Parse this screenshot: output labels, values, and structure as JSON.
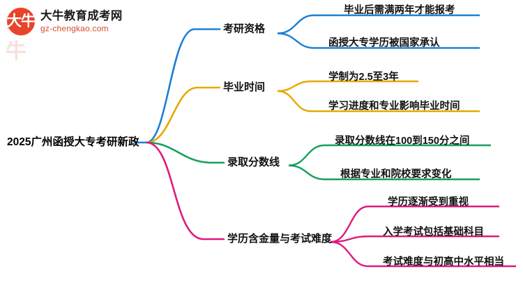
{
  "logo": {
    "mark_glyph": "大牛",
    "title": "大牛教育成考网",
    "site": "gz-chengkao.com",
    "mark_color": "#e8442c"
  },
  "mindmap": {
    "root": {
      "label": "2025广州函授大专考研新政"
    },
    "branches": [
      {
        "label": "考研资格",
        "color": "#1b7fd4",
        "leaves": [
          {
            "label": "毕业后需满两年才能报考"
          },
          {
            "label": "函授大专学历被国家承认"
          }
        ]
      },
      {
        "label": "毕业时间",
        "color": "#e8a800",
        "leaves": [
          {
            "label": "学制为2.5至3年"
          },
          {
            "label": "学习进度和专业影响毕业时间"
          }
        ]
      },
      {
        "label": "录取分数线",
        "color": "#13a05c",
        "leaves": [
          {
            "label": "录取分数线在100到150分之间"
          },
          {
            "label": "根据专业和院校要求变化"
          }
        ]
      },
      {
        "label": "学历含金量与考试难度",
        "color": "#e0197d",
        "leaves": [
          {
            "label": "学历逐渐受到重视"
          },
          {
            "label": "入学考试包括基础科目"
          },
          {
            "label": "考试难度与初高中水平相当"
          }
        ]
      }
    ]
  }
}
